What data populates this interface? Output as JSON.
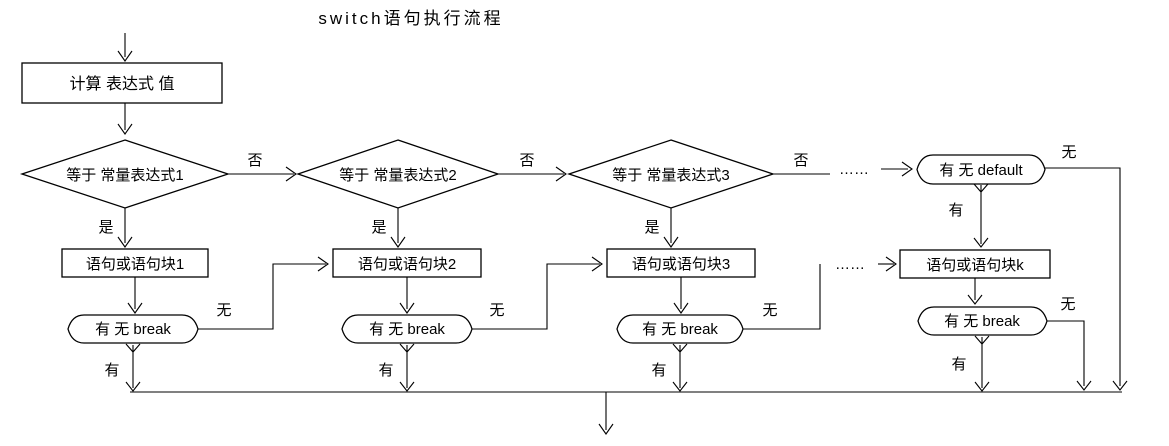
{
  "title": "switch语句执行流程",
  "colors": {
    "line": "#000000",
    "background": "#ffffff",
    "text": "#000000"
  },
  "nodes": {
    "compute": "计算 表达式 值",
    "case1": "等于 常量表达式1",
    "case2": "等于 常量表达式2",
    "case3": "等于 常量表达式3",
    "default_check": "有 无 default",
    "stmt1": "语句或语句块1",
    "stmt2": "语句或语句块2",
    "stmt3": "语句或语句块3",
    "stmtk": "语句或语句块k",
    "break_check": "有 无 break"
  },
  "labels": {
    "yes": "是",
    "no": "否",
    "has": "有",
    "none": "无",
    "ellipsis": "……"
  }
}
